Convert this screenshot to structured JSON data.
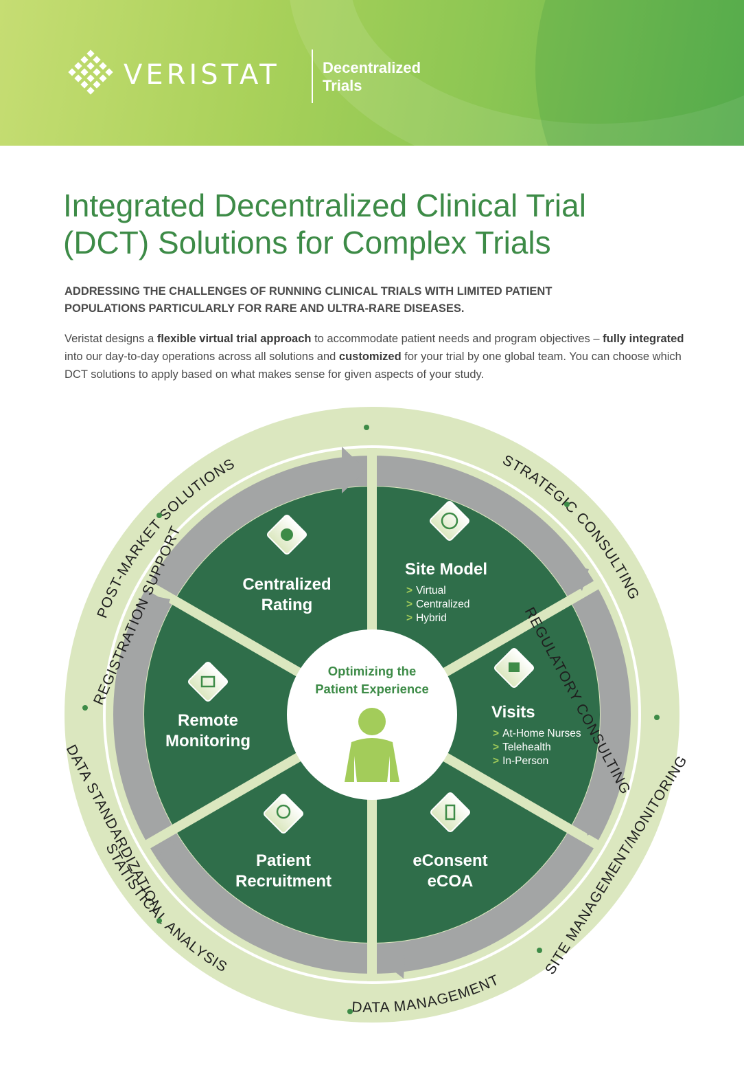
{
  "header": {
    "logo_word": "VERISTAT",
    "tagline_line1": "Decentralized",
    "tagline_line2": "Trials"
  },
  "title_line1": "Integrated Decentralized Clinical Trial",
  "title_line2": "(DCT) Solutions for Complex Trials",
  "subhead_line1": "ADDRESSING THE CHALLENGES OF RUNNING CLINICAL TRIALS WITH LIMITED PATIENT",
  "subhead_line2": "POPULATIONS PARTICULARLY FOR RARE AND ULTRA-RARE DISEASES.",
  "intro": {
    "p1": "Veristat designs a ",
    "b1": "flexible virtual trial approach",
    "p2": " to accommodate patient needs and program objectives – ",
    "b2": "fully integrated",
    "p3": " into our day-to-day operations across all solutions and ",
    "b3": "customized",
    "p4": " for your trial by one global team. You can choose which DCT solutions to apply based on what makes sense for given aspects of your study."
  },
  "center": {
    "line1": "Optimizing the",
    "line2": "Patient Experience"
  },
  "segments": {
    "site_model": {
      "title": "Site Model",
      "items": [
        "Virtual",
        "Centralized",
        "Hybrid"
      ]
    },
    "visits": {
      "title": "Visits",
      "items": [
        "At-Home Nurses",
        "Telehealth",
        "In-Person"
      ]
    },
    "econsent": {
      "line1": "eConsent",
      "line2": "eCOA"
    },
    "recruitment": {
      "line1": "Patient",
      "line2": "Recruitment"
    },
    "monitoring": {
      "line1": "Remote",
      "line2": "Monitoring"
    },
    "rating": {
      "line1": "Centralized",
      "line2": "Rating"
    }
  },
  "ring_labels": {
    "strategic": "STRATEGIC CONSULTING",
    "regulatory": "REGULATORY CONSULTING",
    "site_mgmt": "SITE MANAGEMENT/MONITORING",
    "data_mgmt": "DATA MANAGEMENT",
    "statistical": "STATISTICAL ANALYSIS",
    "data_std": "DATA STANDARDIZATION",
    "registration": "REGISTRATION SUPPORT",
    "post_market": "POST-MARKET SOLUTIONS"
  },
  "chevron": ">",
  "colors": {
    "dark_green": "#2f6e4a",
    "light_green": "#dbe7bf",
    "accent_green": "#3d8b47",
    "lime": "#a3cc5a",
    "arrow_grey": "#a3a5a5"
  }
}
